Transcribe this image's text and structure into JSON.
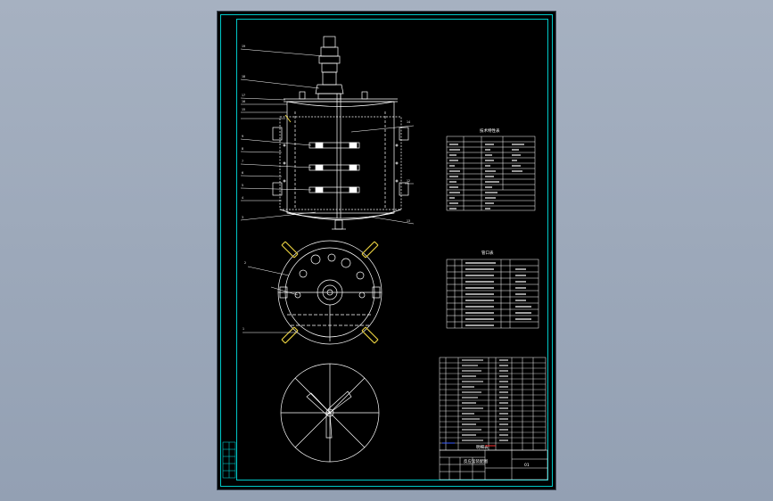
{
  "colors": {
    "background": "#97a3b5",
    "sheet": "#000000",
    "border": "#00c8c8",
    "lines": "#ffffff",
    "lugs": "#e8d040",
    "labels": "#ffffff",
    "accent_red": "#ff3030",
    "accent_blue": "#3a5cff"
  },
  "drawing": {
    "title_block": {
      "name": "反应釜装配图",
      "number": "01"
    },
    "tables": {
      "technical_characteristics": {
        "title": "技术特性表"
      },
      "nozzle_table": {
        "title": "管口表"
      },
      "parts_list": {
        "title": "明细表"
      }
    },
    "callouts": [
      "1",
      "2",
      "3",
      "4",
      "5",
      "6",
      "7",
      "8",
      "9",
      "10",
      "11",
      "12",
      "13",
      "14",
      "15",
      "16",
      "17",
      "18",
      "19"
    ]
  }
}
